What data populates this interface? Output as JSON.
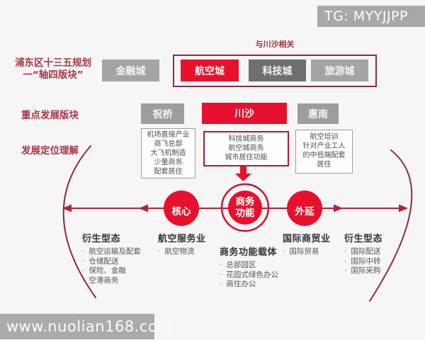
{
  "badge": {
    "text": "TG: MYYJJPP"
  },
  "watermark": {
    "text": "www.nuolian168.com"
  },
  "colors": {
    "accent_red": "#e8112d",
    "dark_red_text": "#a53648",
    "maroon_arc": "#8d2b3e",
    "axis_line": "#bf1e34",
    "gray_box": "#a4a4a4",
    "dark_gray_box": "#6f6f6f",
    "badge_gray": "#a8a8a8"
  },
  "left_labels": {
    "plan_title_lines": [
      "浦东区十三五规划",
      "一“轴四版块”"
    ],
    "key_blocks": "重点发展版块",
    "positioning": "发展定位理解"
  },
  "top_row": {
    "related_label": "与川沙相关",
    "finance_city": "金融城",
    "aviation_city": "航空城",
    "tech_city": "科技城",
    "tourism_city": "旅游城"
  },
  "blocks_row": {
    "zhuqiao": "祝桥",
    "chuansha": "川沙",
    "huinan": "惠南"
  },
  "definitions": {
    "zhuqiao_lines": [
      "机场直接产业",
      "商飞总部",
      "大飞机制造",
      "少量商务",
      "配套居住"
    ],
    "chuansha_lines": [
      "科技城商务",
      "航空城商务",
      "城市居住功能"
    ],
    "huinan_lines": [
      "航空培训",
      "针对产业工人",
      "的中低端配套",
      "居住"
    ]
  },
  "axis": {
    "core": "核心",
    "business_lines": [
      "商务",
      "功能"
    ],
    "extension": "外延"
  },
  "columns": [
    {
      "heading": "衍生型态",
      "items": [
        "航空运输及配套",
        "仓储配送",
        "保险、金融",
        "空港商务"
      ]
    },
    {
      "heading": "航空服务业",
      "items": [
        "航空物流"
      ]
    },
    {
      "heading": "商务功能载体",
      "items": [
        "总部园区",
        "花园式绿色办公",
        "商住办公"
      ]
    },
    {
      "heading": "国际商贸业",
      "items": [
        "国际贸易"
      ]
    },
    {
      "heading": "衍生型态",
      "items": [
        "国际配送",
        "国际中转",
        "国际采购"
      ]
    }
  ]
}
